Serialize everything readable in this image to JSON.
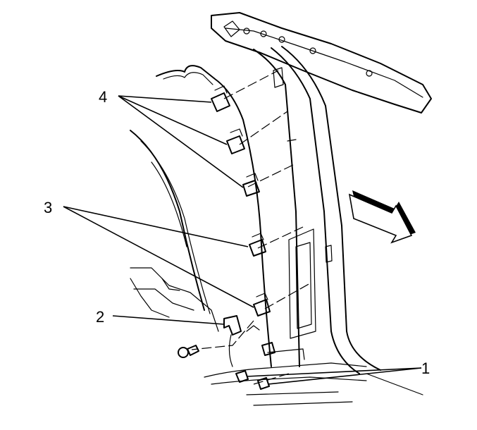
{
  "callouts": [
    {
      "id": "1",
      "text": "1"
    },
    {
      "id": "2",
      "text": "2"
    },
    {
      "id": "3",
      "text": "3"
    },
    {
      "id": "4",
      "text": "4"
    }
  ],
  "arrow_icon": "front-direction-arrow",
  "colors": {
    "ink": "#000000",
    "paper": "#ffffff"
  }
}
